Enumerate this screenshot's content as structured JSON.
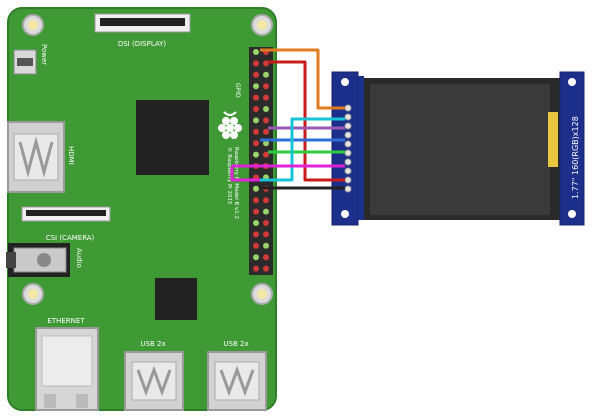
{
  "board": {
    "dsi_label": "DSI (DISPLAY)",
    "power_label": "Power",
    "hdmi_label": "HDMI",
    "csi_label": "CSI (CAMERA)",
    "audio_label": "Audio",
    "ethernet_label": "ETHERNET",
    "usb_left_label": "USB 2x",
    "usb_right_label": "USB 2x",
    "pin_label": "GPIO",
    "brand_line1": "Raspberry Pi Model B v1.2",
    "brand_line2": "© Raspberry Pi 2015"
  },
  "display": {
    "label": "1.77\" 160(RGB)x128"
  },
  "colors": {
    "pcb": "#3f9a36",
    "pcb_border": "#2f7d2b",
    "chip": "#222222",
    "module_pcb": "#1c2f8a",
    "screen": "#3a3a3a",
    "wire_orange": "#e07b1e",
    "wire_red": "#c81c1c",
    "wire_purple": "#9b59b6",
    "wire_cyan": "#17c3d6",
    "wire_blue": "#2d6fd8",
    "wire_green": "#2ecc40",
    "wire_magenta": "#e022d8",
    "wire_black": "#222222",
    "flex_connector": "#e8c640"
  }
}
